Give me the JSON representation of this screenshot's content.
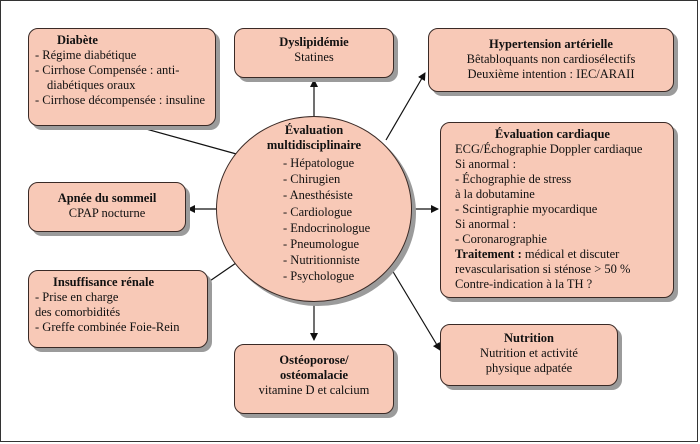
{
  "center": {
    "title_line1": "Évaluation",
    "title_line2": "multidisciplinaire",
    "items": [
      "- Hépatologue",
      "- Chirugien",
      "- Anesthésiste",
      "- Cardiologue",
      "- Endocrinologue",
      "- Pneumologue",
      "- Nutritionniste",
      "- Psychologue"
    ]
  },
  "diabete": {
    "title": "Diabète",
    "lines": [
      "- Régime diabétique",
      "- Cirrhose Compensée : anti-",
      "diabétiques oraux",
      "- Cirrhose décompensée : insuline"
    ]
  },
  "dyslipidemie": {
    "title": "Dyslipidémie",
    "text": "Statines"
  },
  "hypertension": {
    "title": "Hypertension artérielle",
    "lines": [
      "Bêtabloquants non cardiosélectifs",
      "Deuxième  intention : IEC/ARAII"
    ]
  },
  "apnee": {
    "title": "Apnée du sommeil",
    "text": "CPAP nocturne"
  },
  "cardiaque": {
    "title": "Évaluation cardiaque",
    "lines": [
      "ECG/Échographie Doppler cardiaque",
      "Si anormal :",
      "- Échographie de stress",
      "à la dobutamine",
      "- Scintigraphie myocardique",
      "Si anormal :",
      "- Coronarographie"
    ],
    "traitement_label": "Traitement :",
    "traitement_text": " médical et discuter",
    "lines2": [
      "revascularisation si sténose > 50 %",
      "Contre-indication à la TH ?"
    ]
  },
  "renale": {
    "title": "Insuffisance rénale",
    "lines": [
      "- Prise en charge",
      "des comorbidités",
      "- Greffe combinée Foie-Rein"
    ]
  },
  "osteo": {
    "title_line1": "Ostéoporose/",
    "title_line2": "ostéomalacie",
    "text": "vitamine D et calcium"
  },
  "nutrition": {
    "title": "Nutrition",
    "lines": [
      "Nutrition et activité",
      "physique adpatée"
    ]
  }
}
